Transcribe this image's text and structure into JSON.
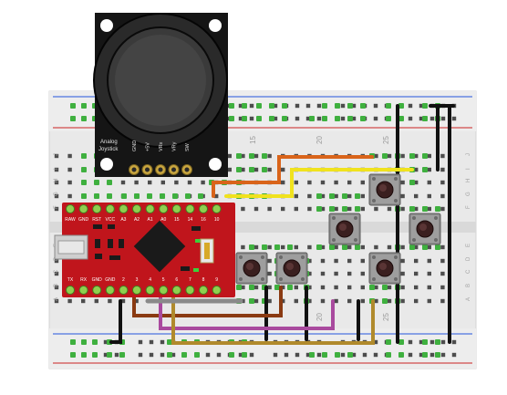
{
  "joystick": {
    "label_line1": "Analog",
    "label_line2": "Joystick",
    "pins": [
      "GND",
      "+5V",
      "VRx",
      "VRy",
      "SW"
    ]
  },
  "breadboard": {
    "column_numbers": [
      "15",
      "20",
      "25"
    ],
    "row_letters_top": [
      "J",
      "I",
      "H",
      "G",
      "F"
    ],
    "row_letters_bottom": [
      "E",
      "D",
      "C",
      "B",
      "A"
    ],
    "rail_color_top": "#2255dd",
    "rail_color_bottom": "#cc2222"
  },
  "board": {
    "top_labels": [
      "RAW",
      "GND",
      "RST",
      "VCC",
      "A3",
      "A2",
      "A1",
      "A0",
      "15",
      "14",
      "16",
      "10"
    ],
    "bottom_labels": [
      "TX",
      "RX",
      "GND",
      "GND",
      "2",
      "3",
      "4",
      "5",
      "6",
      "7",
      "8",
      "9"
    ],
    "color": "#c0151c"
  },
  "buttons": {
    "count": 6
  },
  "wire_colors": {
    "orange": "#d9641a",
    "yellow": "#f0e21e",
    "brown": "#8a3a12",
    "purple": "#a94a9e",
    "gold": "#b08a2c",
    "gray": "#8a8a8a",
    "black": "#111111"
  }
}
